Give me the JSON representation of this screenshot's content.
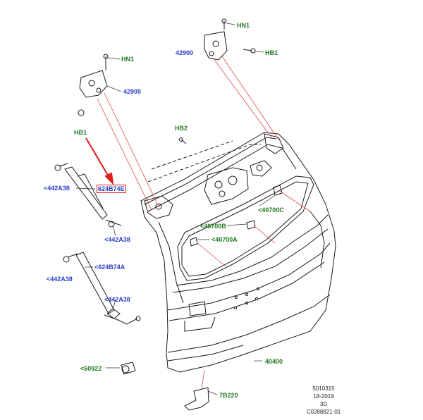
{
  "labels": {
    "hn1_top": "HN1",
    "p42900_top": "42900",
    "hb1_top": "HB1",
    "hn1_left": "HN1",
    "p42900_left": "42900",
    "hb1_left": "HB1",
    "hb2": "HB2",
    "p442a38_a": "<442A38",
    "p624b74e": "624B74E",
    "p442a38_b": "<442A38",
    "p40700c": "<40700C",
    "p40700b": "<40700B",
    "p40700a": "<40700A",
    "p624b74a": "<624B74A",
    "p442a38_c": "<442A38",
    "p442a38_d": "<442A38",
    "p40400": "40400",
    "p60922": "<60922",
    "p7b220": "7B220"
  },
  "footer": {
    "line1": "5010315",
    "line2": "18-2019",
    "line3": "3D",
    "line4": "C0288821-01"
  },
  "colors": {
    "part_blue": "#2b3fc9",
    "part_green": "#1f7a1f",
    "highlight_red": "#e01b1b",
    "leader_red": "#e04848"
  }
}
